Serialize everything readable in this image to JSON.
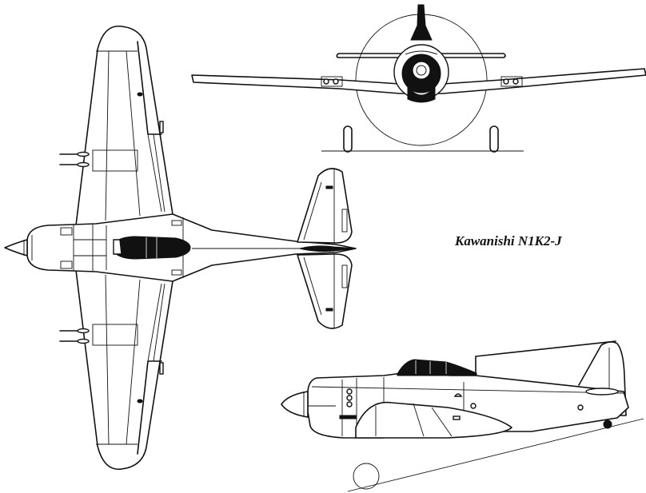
{
  "caption": "Kawanishi N1K2-J",
  "views": {
    "top": "plan-view",
    "front": "front-view",
    "side": "side-view"
  },
  "colors": {
    "ink": "#111111",
    "paper": "#ffffff"
  }
}
